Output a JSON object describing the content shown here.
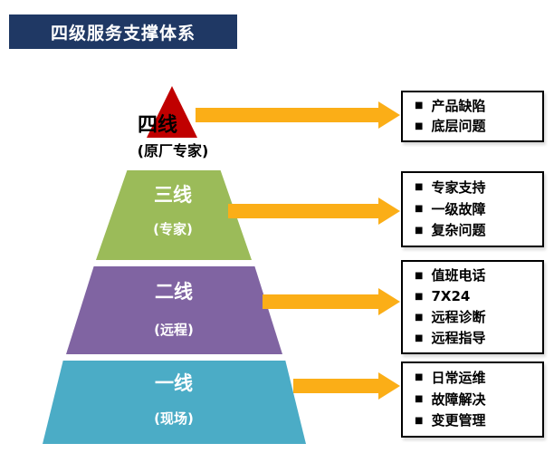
{
  "header": {
    "title": "四级服务支撑体系"
  },
  "pyramid": {
    "levels": [
      {
        "label": "四线",
        "sublabel": "(原厂专家)"
      },
      {
        "label": "三线",
        "sublabel": "(专家)"
      },
      {
        "label": "二线",
        "sublabel": "(远程)"
      },
      {
        "label": "一线",
        "sublabel": "(现场)"
      }
    ]
  },
  "boxes": [
    {
      "items": [
        "产品缺陷",
        "底层问题"
      ]
    },
    {
      "items": [
        "专家支持",
        "一级故障",
        "复杂问题"
      ]
    },
    {
      "items": [
        "值班电话",
        "7X24",
        "远程诊断",
        "远程指导"
      ]
    },
    {
      "items": [
        "日常运维",
        "故障解决",
        "变更管理"
      ]
    }
  ],
  "bullet": "■",
  "colors": {
    "banner": "#1f3864",
    "tier4": "#c00000",
    "tier3": "#9bbb59",
    "tier2": "#8064a2",
    "tier1": "#4bacc6",
    "arrow": "#fbae17",
    "box-border": "#000000"
  }
}
